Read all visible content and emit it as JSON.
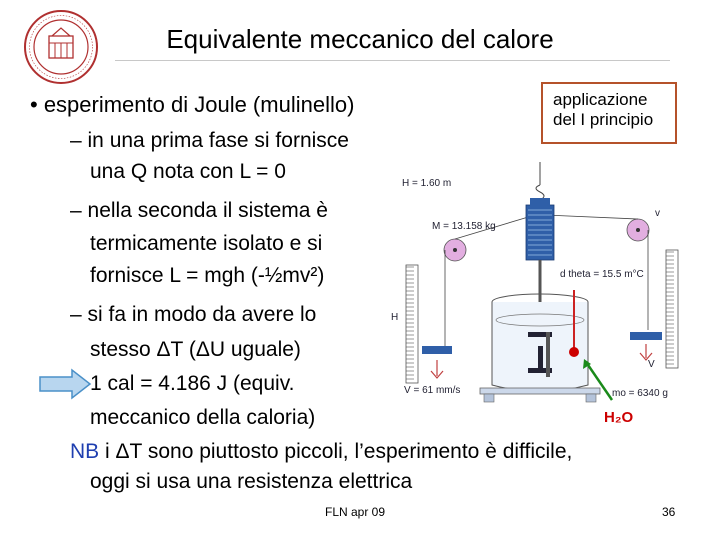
{
  "slide": {
    "title": "Equivalente meccanico del calore",
    "bullet1": "• esperimento di Joule (mulinello)",
    "sub1_line1": "– in una prima fase si fornisce",
    "sub1_line2": "una Q nota con L = 0",
    "sub2_line1": "– nella seconda il sistema è",
    "sub2_line2": "termicamente isolato e si",
    "sub2_line3": "fornisce L = mgh (-½mv²)",
    "sub3_line1": "– si fa in modo da avere lo",
    "sub3_line2": "stesso ΔT (ΔU uguale)",
    "sub3_line3": "1 cal = 4.186 J (equiv.",
    "sub3_line4": "meccanico della caloria)",
    "nb_prefix": "NB",
    "nb_line1": " i ΔT sono piuttosto piccoli, l’esperimento è difficile,",
    "nb_line2": "oggi si usa una resistenza elettrica",
    "box_line1": "applicazione",
    "box_line2": "del I principio",
    "footer_center": "FLN apr 09",
    "page_number": "36"
  },
  "diagram": {
    "h_label": "H = 1.60 m",
    "m_label": "M = 13.158 kg",
    "dtheta_label": "d theta = 15.5 m°C",
    "H_axis": "H",
    "v_label": "v",
    "V_label": "V",
    "vel_label": "V = 61 mm/s",
    "mo_label": "mo = 6340 g",
    "water_label": "H₂O"
  },
  "colors": {
    "box_border": "#b5522a",
    "nb_color": "#1f3fb0",
    "seal_color": "#b03030",
    "arrow_fill": "#b8d6ef",
    "water_label_color": "#cc0000"
  }
}
